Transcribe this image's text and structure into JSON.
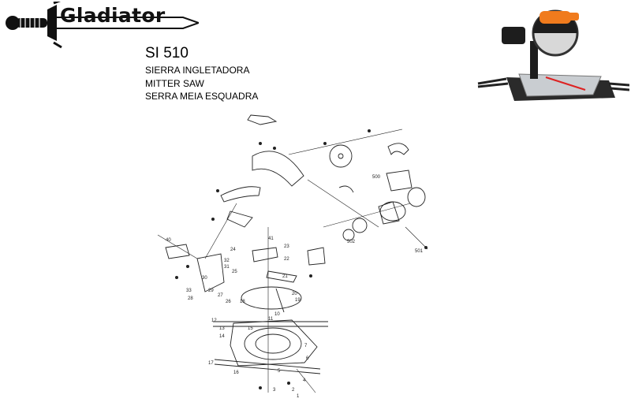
{
  "brand": {
    "name": "Gladiator"
  },
  "product": {
    "model": "SI 510",
    "names": [
      "SIERRA INGLETADORA",
      "MITTER SAW",
      "SERRA MEIA ESQUADRA"
    ]
  },
  "diagram": {
    "part_labels": [
      "1",
      "2",
      "3",
      "4",
      "5",
      "6",
      "7",
      "10",
      "11",
      "12",
      "13",
      "14",
      "15",
      "16",
      "17",
      "18",
      "19",
      "20",
      "21",
      "22",
      "23",
      "24",
      "25",
      "26",
      "27",
      "28",
      "29",
      "30",
      "31",
      "32",
      "33",
      "40",
      "41",
      "500",
      "501",
      "502"
    ]
  },
  "colors": {
    "accent": "#f07b1d",
    "ink": "#222222",
    "silver": "#c9cdd1"
  }
}
